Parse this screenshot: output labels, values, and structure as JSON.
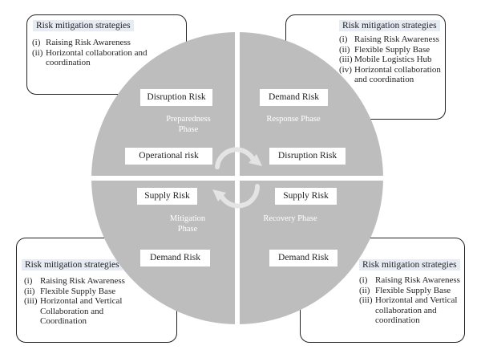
{
  "quadrants": {
    "preparedness": {
      "phase": "Preparedness\nPhase",
      "risks": [
        "Disruption Risk",
        "Operational risk"
      ],
      "strategies_title": "Risk mitigation strategies",
      "strategies": [
        {
          "num": "(i)",
          "text": "Raising Risk Awareness"
        },
        {
          "num": "(ii)",
          "text": "Horizontal collaboration and coordination"
        }
      ]
    },
    "response": {
      "phase": "Response Phase",
      "risks": [
        "Demand Risk",
        "Disruption Risk"
      ],
      "strategies_title": "Risk mitigation strategies",
      "strategies": [
        {
          "num": "(i)",
          "text": "Raising Risk Awareness"
        },
        {
          "num": "(ii)",
          "text": "Flexible Supply Base"
        },
        {
          "num": "(iii)",
          "text": "Mobile Logistics Hub"
        },
        {
          "num": "(iv)",
          "text": "Horizontal collaboration and coordination"
        }
      ]
    },
    "mitigation": {
      "phase": "Mitigation\nPhase",
      "risks": [
        "Supply Risk",
        "Demand Risk"
      ],
      "strategies_title": "Risk mitigation strategies",
      "strategies": [
        {
          "num": "(i)",
          "text": "Raising Risk Awareness"
        },
        {
          "num": "(ii)",
          "text": "Flexible Supply Base"
        },
        {
          "num": "(iii)",
          "text": "Horizontal and Vertical Collaboration and Coordination"
        }
      ]
    },
    "recovery": {
      "phase": "Recovery Phase",
      "risks": [
        "Supply Risk",
        "Demand Risk"
      ],
      "strategies_title": "Risk mitigation strategies",
      "strategies": [
        {
          "num": "(i)",
          "text": "Raising Risk Awareness"
        },
        {
          "num": "(ii)",
          "text": "Flexible Supply Base"
        },
        {
          "num": "(iii)",
          "text": "Horizontal and Vertical collaboration and coordination"
        }
      ]
    }
  },
  "colors": {
    "circle_fill": "#bdbdbd",
    "divider": "#ffffff",
    "title_highlight": "#e6ebf4",
    "arrow": "#e4e4e4"
  }
}
